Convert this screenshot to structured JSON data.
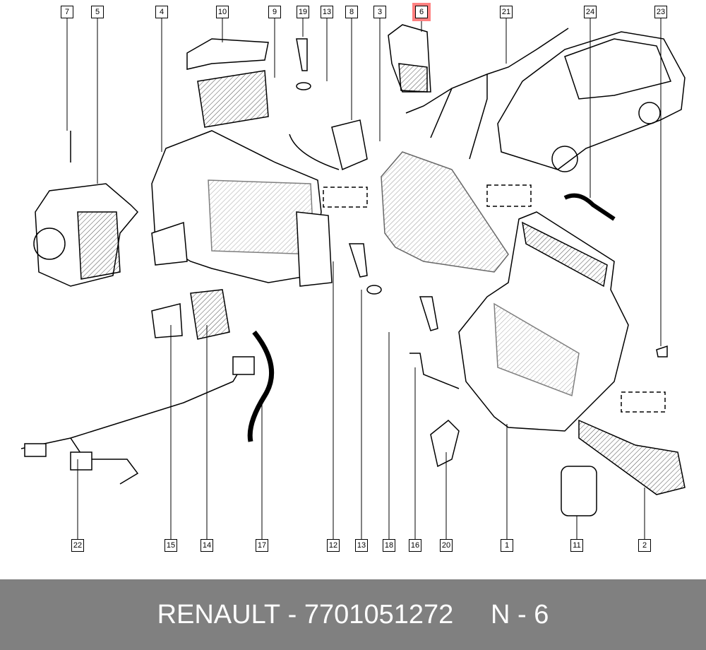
{
  "callouts_top": [
    "7",
    "5",
    "4",
    "10",
    "9",
    "19",
    "13",
    "8",
    "3",
    "6",
    "21",
    "24",
    "23"
  ],
  "callouts_bottom": [
    "22",
    "15",
    "14",
    "17",
    "12",
    "13",
    "18",
    "16",
    "20",
    "1",
    "11",
    "2"
  ],
  "highlighted_part": "6",
  "highlight_color": "#ff8080",
  "footer": {
    "brand": "RENAULT",
    "part_number": "7701051272",
    "ref": "N - 6",
    "sep": " - ",
    "gap": "     "
  }
}
